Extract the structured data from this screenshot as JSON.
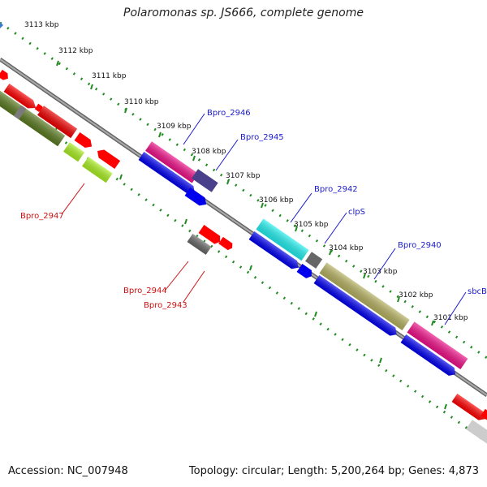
{
  "title": "Polaromonas sp. JS666, complete genome",
  "footer": {
    "accession": "Accession: NC_007948",
    "summary": "Topology: circular; Length: 5,200,264 bp; Genes: 4,873"
  },
  "colors": {
    "backbone": "#888888",
    "tick": "#228B22",
    "blue_label": "#1a1acc",
    "red_label": "#cc1111",
    "forward_cds": "#ff0000",
    "reverse_cds": "#0000ee",
    "magenta": "#ee1188",
    "cyan": "#22eeee",
    "olive": "#b5b060",
    "dark_olive": "#5a7a20",
    "lime": "#aaee22",
    "gray": "#666666",
    "slate": "#4a3f8a",
    "light_gray": "#cccccc"
  },
  "tick_labels": [
    "3113 kbp",
    "3112 kbp",
    "3111 kbp",
    "3110 kbp",
    "3109 kbp",
    "3108 kbp",
    "3107 kbp",
    "3106 kbp",
    "3105 kbp",
    "3104 kbp",
    "3103 kbp",
    "3102 kbp",
    "3101 kbp"
  ],
  "gene_labels": {
    "blue": [
      "Bpro_2946",
      "Bpro_2945",
      "Bpro_2942",
      "clpS",
      "Bpro_2940",
      "sbcB"
    ],
    "red": [
      "Bpro_2947",
      "Bpro_2944",
      "Bpro_2943"
    ]
  }
}
